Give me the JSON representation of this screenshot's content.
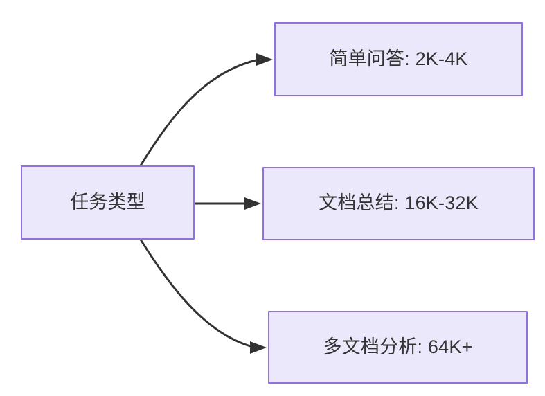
{
  "diagram": {
    "type": "flowchart",
    "direction": "left-to-right",
    "background_color": "#ffffff",
    "node_fill_color": "#ebe8fb",
    "node_border_color": "#9171e0",
    "node_text_color": "#333333",
    "edge_color": "#333333",
    "root": {
      "id": "root",
      "label": "任务类型"
    },
    "branches": [
      {
        "id": "simple-qa",
        "label": "简单问答: 2K-4K",
        "edge_style": "curved-up",
        "arrow": "arrowhead-filled"
      },
      {
        "id": "doc-summary",
        "label": "文档总结: 16K-32K",
        "edge_style": "straight",
        "arrow": "arrowhead-filled"
      },
      {
        "id": "multi-doc",
        "label": "多文档分析: 64K+",
        "edge_style": "curved-down",
        "arrow": "arrowhead-filled"
      }
    ]
  }
}
